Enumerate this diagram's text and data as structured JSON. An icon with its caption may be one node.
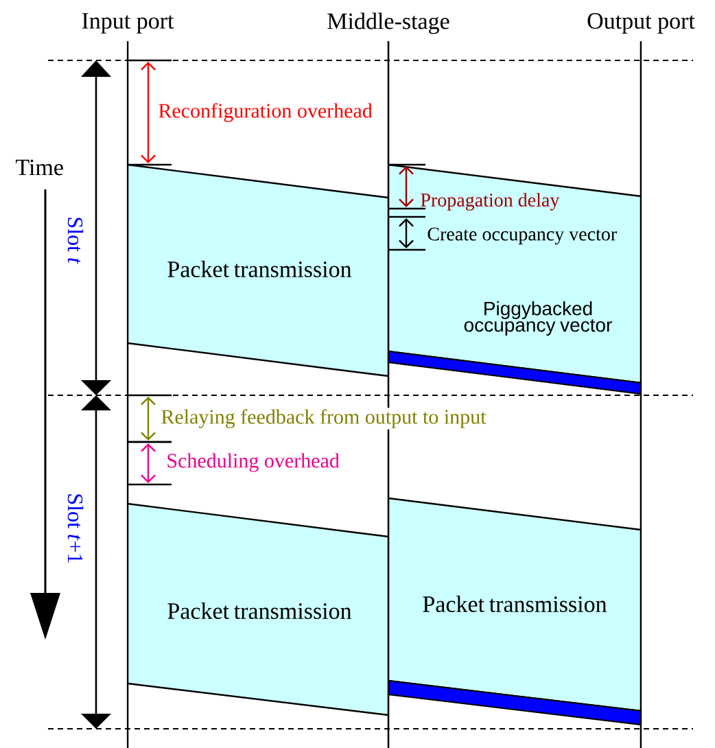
{
  "diagram": {
    "nodes": [
      {
        "text": [
          "Packet transmission"
        ]
      },
      {
        "text": [
          "Piggybacked occupancy vector"
        ]
      },
      {
        "text": [
          "Packet transmission"
        ]
      },
      {
        "text": [
          "Packet transmission"
        ]
      },
      {
        "text": [],
        "shape": "bar"
      },
      {
        "text": [],
        "shape": "bar"
      }
    ],
    "labels": [
      "Input port",
      "Middle-stage",
      "Output port",
      "Reconfiguration overhead",
      "Time",
      "Propagation delay",
      "Create occupancy vector",
      "Slot *t*",
      "Relaying feedback from output to input",
      "Scheduling overhead",
      "Slot *t*+1"
    ]
  }
}
